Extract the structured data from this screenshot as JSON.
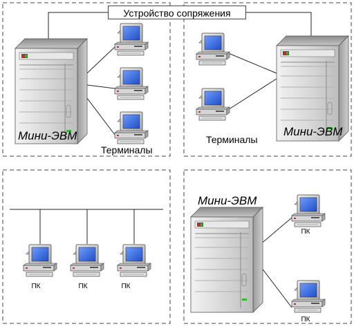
{
  "title": "Устройство сопряжения",
  "panels": {
    "top_left": {
      "computer_label": "Мини-ЭВМ",
      "terminals_label": "Терминалы"
    },
    "top_right": {
      "computer_label": "Мини-ЭВМ",
      "terminals_label": "Терминалы"
    },
    "bottom_left": {
      "pc_labels": [
        "ПК",
        "ПК",
        "ПК"
      ]
    },
    "bottom_right": {
      "computer_label": "Мини-ЭВМ",
      "pc_labels": [
        "ПК",
        "ПК"
      ]
    }
  },
  "colors": {
    "frame": "#444444",
    "line": "#222222",
    "screen": "#3b6fe0",
    "led_red": "#e0201a",
    "led_green": "#2dbb2d"
  }
}
